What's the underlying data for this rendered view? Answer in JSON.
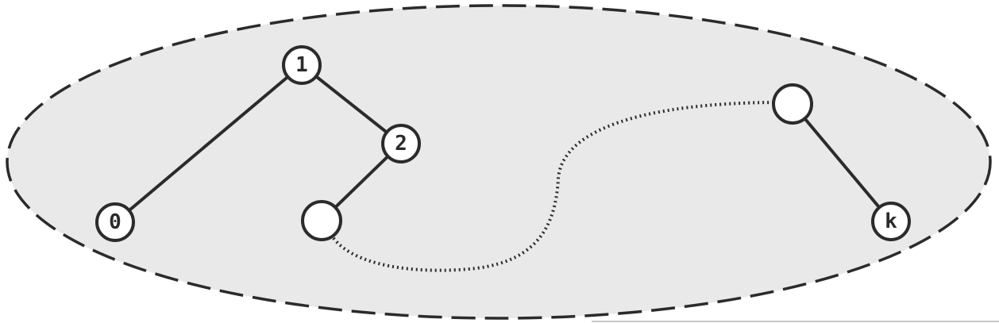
{
  "diagram": {
    "region": {
      "fill": "#e9e9e9",
      "stroke": "#2b2b2b",
      "style": "dashed"
    },
    "nodes": [
      {
        "id": "n1",
        "label": "1"
      },
      {
        "id": "n2",
        "label": "2"
      },
      {
        "id": "n0",
        "label": "0"
      },
      {
        "id": "na",
        "label": ""
      },
      {
        "id": "nb",
        "label": ""
      },
      {
        "id": "nk",
        "label": "k"
      }
    ],
    "edges": [
      {
        "from": "n1",
        "to": "n0",
        "style": "solid"
      },
      {
        "from": "n1",
        "to": "n2",
        "style": "solid"
      },
      {
        "from": "n2",
        "to": "na",
        "style": "solid"
      },
      {
        "from": "na",
        "to": "nb",
        "style": "dotted"
      },
      {
        "from": "nb",
        "to": "nk",
        "style": "solid"
      }
    ]
  }
}
